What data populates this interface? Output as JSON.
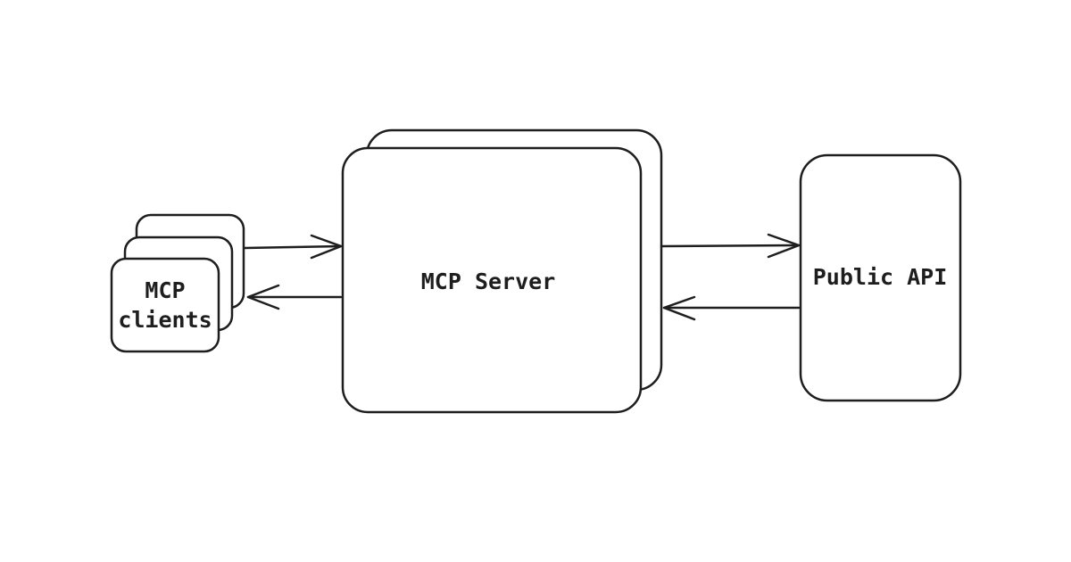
{
  "nodes": {
    "clients": {
      "lines": [
        "MCP",
        "clients"
      ]
    },
    "server": {
      "label": "MCP Server"
    },
    "api": {
      "label": "Public API"
    }
  },
  "edges": [
    {
      "from": "clients",
      "to": "server"
    },
    {
      "from": "server",
      "to": "clients"
    },
    {
      "from": "server",
      "to": "api"
    },
    {
      "from": "api",
      "to": "server"
    }
  ],
  "colors": {
    "stroke": "#1e1e1e",
    "background": "#ffffff"
  }
}
